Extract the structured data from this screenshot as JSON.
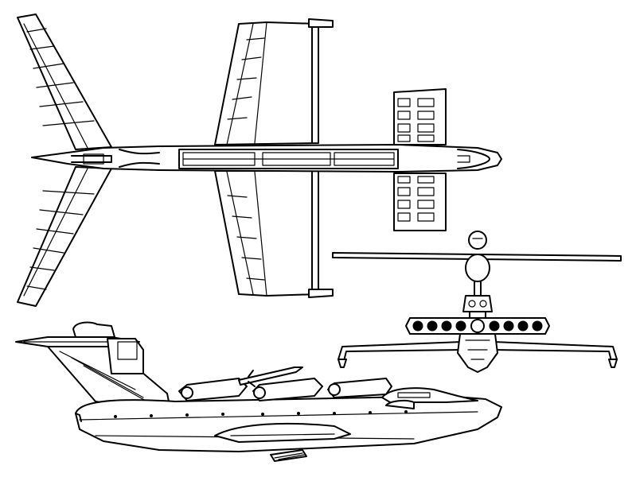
{
  "drawing": {
    "views": [
      "plan-view",
      "front-view",
      "side-view"
    ],
    "line_color": "#000000",
    "background_color": "#ffffff"
  }
}
